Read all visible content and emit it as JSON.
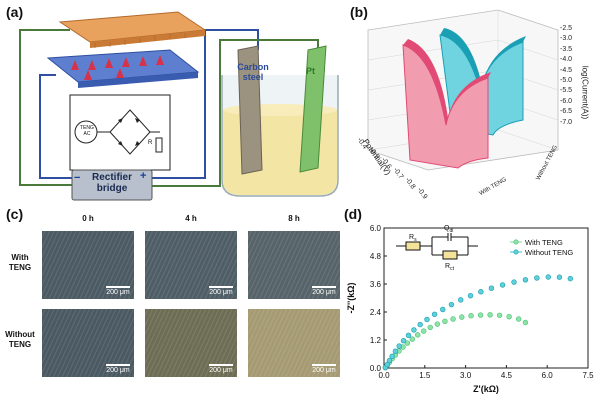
{
  "panel_labels": {
    "a": "(a)",
    "b": "(b)",
    "c": "(c)",
    "d": "(d)"
  },
  "panel_a": {
    "teng_label": "TENG\nAC",
    "resistor_label": "R",
    "rectifier_line1": "Rectifier",
    "rectifier_line2": "bridge",
    "minus_sign": "−",
    "plus_sign": "+",
    "carbon_line1": "Carbon",
    "carbon_line2": "steel",
    "pt_label": "Pt"
  },
  "panel_b": {
    "ylabel": "log(Current(A))",
    "xlabel": "Potential(V)",
    "yticks": [
      "-2.5",
      "-3.0",
      "-3.5",
      "-4.0",
      "-4.5",
      "-5.0",
      "-5.5",
      "-6.0",
      "-6.5",
      "-7.0"
    ],
    "xticks": [
      "-0.4",
      "-0.5",
      "-0.6",
      "-0.7",
      "-0.8",
      "-0.9"
    ],
    "depth_labels": [
      "With TENG",
      "Without TENG"
    ],
    "colors": {
      "with": "#f29cb0",
      "with_edge": "#e04a74",
      "without": "#6fd4e0",
      "without_edge": "#1a9fb5"
    }
  },
  "panel_c": {
    "col_labels": [
      "0 h",
      "4 h",
      "8 h"
    ],
    "row_labels": [
      "With\nTENG",
      "Without\nTENG"
    ],
    "scale_text": "200 μm",
    "tints": [
      [
        "#4b5a63",
        "#4f5e66",
        "#566369"
      ],
      [
        "#4a5962",
        "#6d6d55",
        "#a59a72"
      ]
    ]
  },
  "chart_data": {
    "type": "scatter",
    "title": "",
    "xlabel": "Z'(kΩ)",
    "ylabel": "-Z''(kΩ)",
    "xlim": [
      0,
      7.5
    ],
    "ylim": [
      0,
      6.0
    ],
    "xticks": [
      0.0,
      1.5,
      3.0,
      4.5,
      6.0,
      7.5
    ],
    "yticks": [
      0.0,
      1.2,
      2.4,
      3.6,
      4.8,
      6.0
    ],
    "xtick_labels": [
      "0.0",
      "1.5",
      "3.0",
      "4.5",
      "6.0",
      "7.5"
    ],
    "ytick_labels": [
      "0.0",
      "1.2",
      "2.4",
      "3.6",
      "4.8",
      "6.0"
    ],
    "legend_position": "top-right",
    "circuit_labels": {
      "rs": "R",
      "rs_sub": "s",
      "qdl": "Q",
      "qdl_sub": "dl",
      "rct": "R",
      "rct_sub": "ct"
    },
    "series": [
      {
        "name": "With TENG",
        "color": "#8ee3a9",
        "edge": "#4cbf75",
        "points": [
          [
            0.05,
            0.02
          ],
          [
            0.12,
            0.12
          ],
          [
            0.2,
            0.25
          ],
          [
            0.3,
            0.4
          ],
          [
            0.42,
            0.56
          ],
          [
            0.55,
            0.73
          ],
          [
            0.7,
            0.9
          ],
          [
            0.86,
            1.07
          ],
          [
            1.04,
            1.24
          ],
          [
            1.24,
            1.42
          ],
          [
            1.46,
            1.58
          ],
          [
            1.7,
            1.74
          ],
          [
            1.96,
            1.88
          ],
          [
            2.24,
            2.0
          ],
          [
            2.54,
            2.1
          ],
          [
            2.86,
            2.18
          ],
          [
            3.2,
            2.24
          ],
          [
            3.55,
            2.27
          ],
          [
            3.9,
            2.28
          ],
          [
            4.25,
            2.26
          ],
          [
            4.6,
            2.2
          ],
          [
            4.95,
            2.1
          ],
          [
            5.2,
            1.95
          ]
        ]
      },
      {
        "name": "Without TENG",
        "color": "#5fd0d8",
        "edge": "#1a9fb5",
        "points": [
          [
            0.05,
            0.02
          ],
          [
            0.12,
            0.15
          ],
          [
            0.2,
            0.32
          ],
          [
            0.3,
            0.5
          ],
          [
            0.42,
            0.72
          ],
          [
            0.56,
            0.94
          ],
          [
            0.72,
            1.17
          ],
          [
            0.9,
            1.4
          ],
          [
            1.1,
            1.63
          ],
          [
            1.33,
            1.86
          ],
          [
            1.58,
            2.08
          ],
          [
            1.86,
            2.3
          ],
          [
            2.16,
            2.51
          ],
          [
            2.48,
            2.72
          ],
          [
            2.82,
            2.92
          ],
          [
            3.18,
            3.1
          ],
          [
            3.56,
            3.27
          ],
          [
            3.95,
            3.42
          ],
          [
            4.36,
            3.56
          ],
          [
            4.78,
            3.68
          ],
          [
            5.2,
            3.78
          ],
          [
            5.62,
            3.86
          ],
          [
            6.04,
            3.9
          ],
          [
            6.45,
            3.89
          ],
          [
            6.85,
            3.83
          ]
        ]
      }
    ]
  }
}
